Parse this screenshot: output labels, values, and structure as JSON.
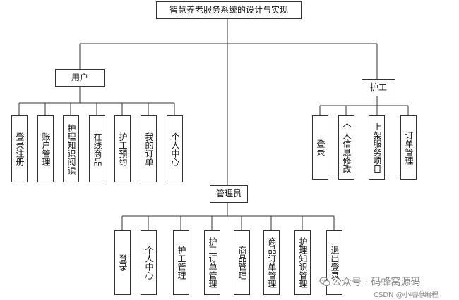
{
  "root": {
    "label": "智慧养老服务系统的设计与实现"
  },
  "groups": {
    "user": {
      "label": "用户",
      "items": [
        "登录注册",
        "账户管理",
        "护理知识阅读",
        "在线商品",
        "护工预约",
        "我的订单",
        "个人中心"
      ]
    },
    "nurse": {
      "label": "护工",
      "items": [
        "登录",
        "个人信息修改",
        "上架服务项目",
        "订单管理"
      ]
    },
    "admin": {
      "label": "管理员",
      "items": [
        "登录",
        "个人中心",
        "护工管理",
        "护工订单管理",
        "商品管理",
        "商品订单管理",
        "护理知识管理",
        "退出登录"
      ]
    }
  },
  "watermark": {
    "line1": "公众号 · 码蜂窝源码",
    "line2": "CSDN @小咕咿编程"
  },
  "colors": {
    "stroke": "#333333",
    "watermark": "#8a8a8a"
  }
}
